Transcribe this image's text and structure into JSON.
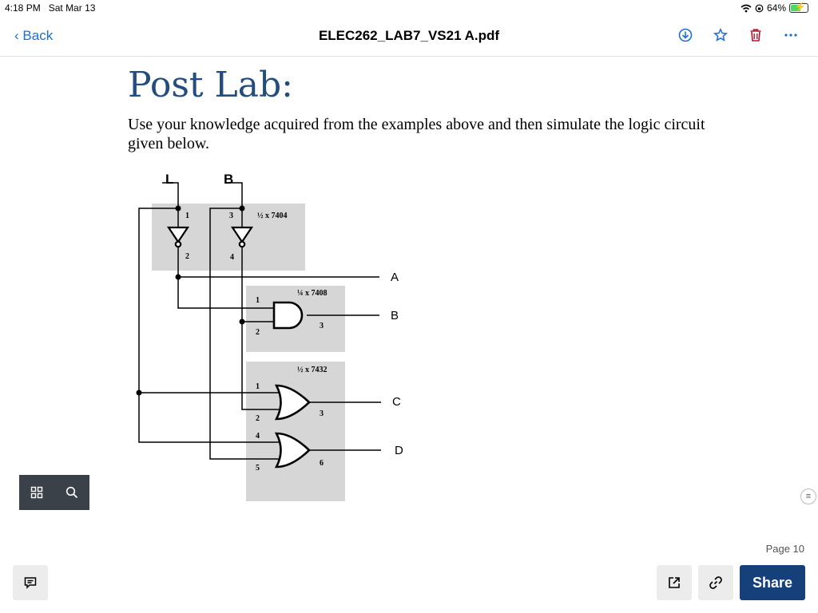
{
  "status_bar": {
    "time": "4:18 PM",
    "date": "Sat Mar 13",
    "battery": "64%",
    "battery_level": 0.64
  },
  "navbar": {
    "back_label": "Back",
    "title": "ELEC262_LAB7_VS21 A.pdf",
    "icons": [
      "download-icon",
      "star-icon",
      "trash-icon",
      "more-icon"
    ],
    "accent": "#1a6fd6",
    "trash_color": "#b0162e"
  },
  "document": {
    "heading": "Post Lab:",
    "paragraph": "Use your knowledge acquired from the examples above and then simulate the logic circuit given below.",
    "heading_color": "#234d7e",
    "circuit": {
      "inputs": [
        "L",
        "B"
      ],
      "outputs": [
        "A",
        "B",
        "C",
        "D"
      ],
      "chips": [
        "½ x 7404",
        "¼ x 7408",
        "½ x 7432"
      ],
      "pins": [
        "1",
        "2",
        "3",
        "4",
        "1",
        "2",
        "3",
        "1",
        "2",
        "3",
        "4",
        "5",
        "6"
      ]
    }
  },
  "page_indicator": "Page 10",
  "bottom_bar": {
    "share_label": "Share",
    "share_color": "#16407a"
  }
}
